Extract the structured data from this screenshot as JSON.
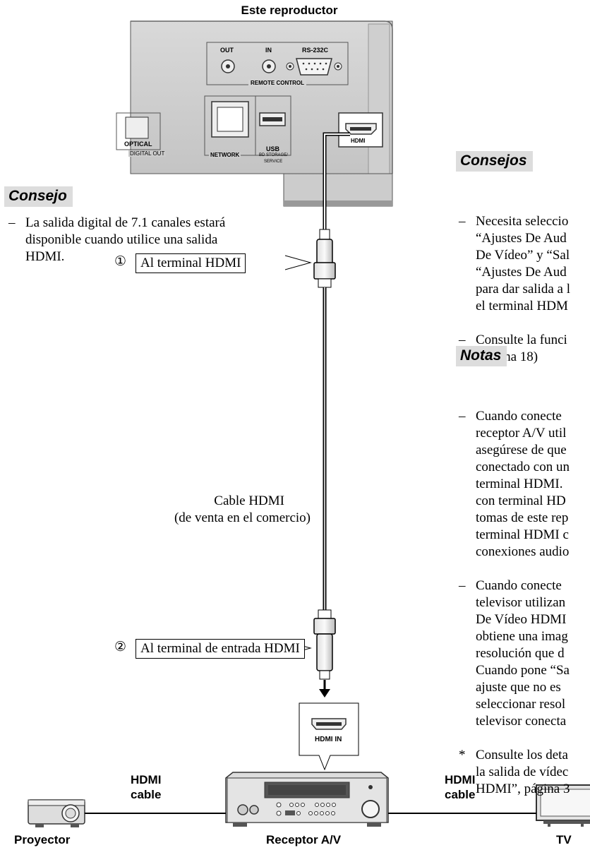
{
  "player": {
    "title": "Este reproductor",
    "ports": {
      "out": "OUT",
      "in": "IN",
      "rs232c": "RS-232C",
      "remote_control": "REMOTE CONTROL",
      "optical": "OPTICAL",
      "digital_out": "DIGITAL OUT",
      "network": "NETWORK",
      "usb": "USB",
      "usb_sub1": "BD STORAGE/",
      "usb_sub2": "SERVICE",
      "hdmi": "HDMI"
    }
  },
  "consejo": {
    "heading": "Consejo",
    "items": [
      "La salida digital de 7.1 canales estará disponible cuando utilice una salida HDMI."
    ],
    "marker": "–"
  },
  "callouts": {
    "c1_num": "①",
    "c1_text": "Al terminal HDMI",
    "c2_num": "②",
    "c2_text": "Al terminal de entrada HDMI"
  },
  "cable_label": {
    "line1": "Cable HDMI",
    "line2": "(de venta en el comercio)"
  },
  "consejos": {
    "heading": "Consejos",
    "items": [
      "Necesita seleccio\n“Ajustes De Aud\nDe Vídeo” y “Sal\n“Ajustes De Aud\npara dar salida a l\nel terminal HDM",
      "Consulte la funci\n(Página 18)"
    ],
    "marker": "–"
  },
  "notas": {
    "heading": "Notas",
    "items": [
      "Cuando conecte\nreceptor A/V util\nasegúrese de que\nconectado con un\nterminal HDMI.\ncon terminal HD\ntomas de este rep\nterminal HDMI c\nconexiones audio",
      "Cuando conecte\ntelevisor utilizan\nDe Vídeo HDMI\nobtiene una imag\nresolución que d\nCuando pone “Sa\najuste que no es\nseleccionar resol\ntelevisor conecta"
    ],
    "marker": "–",
    "footnote_marker": "*",
    "footnote": "Consulte los deta\nla salida de vídec\nHDMI”, página 3"
  },
  "receiver_connector": "HDMI IN",
  "devices": {
    "projector": "Proyector",
    "receiver": "Receptor A/V",
    "tv": "TV"
  },
  "cable_left": {
    "line1": "HDMI",
    "line2": "cable"
  },
  "cable_right": {
    "line1": "HDMI",
    "line2": "cable"
  }
}
